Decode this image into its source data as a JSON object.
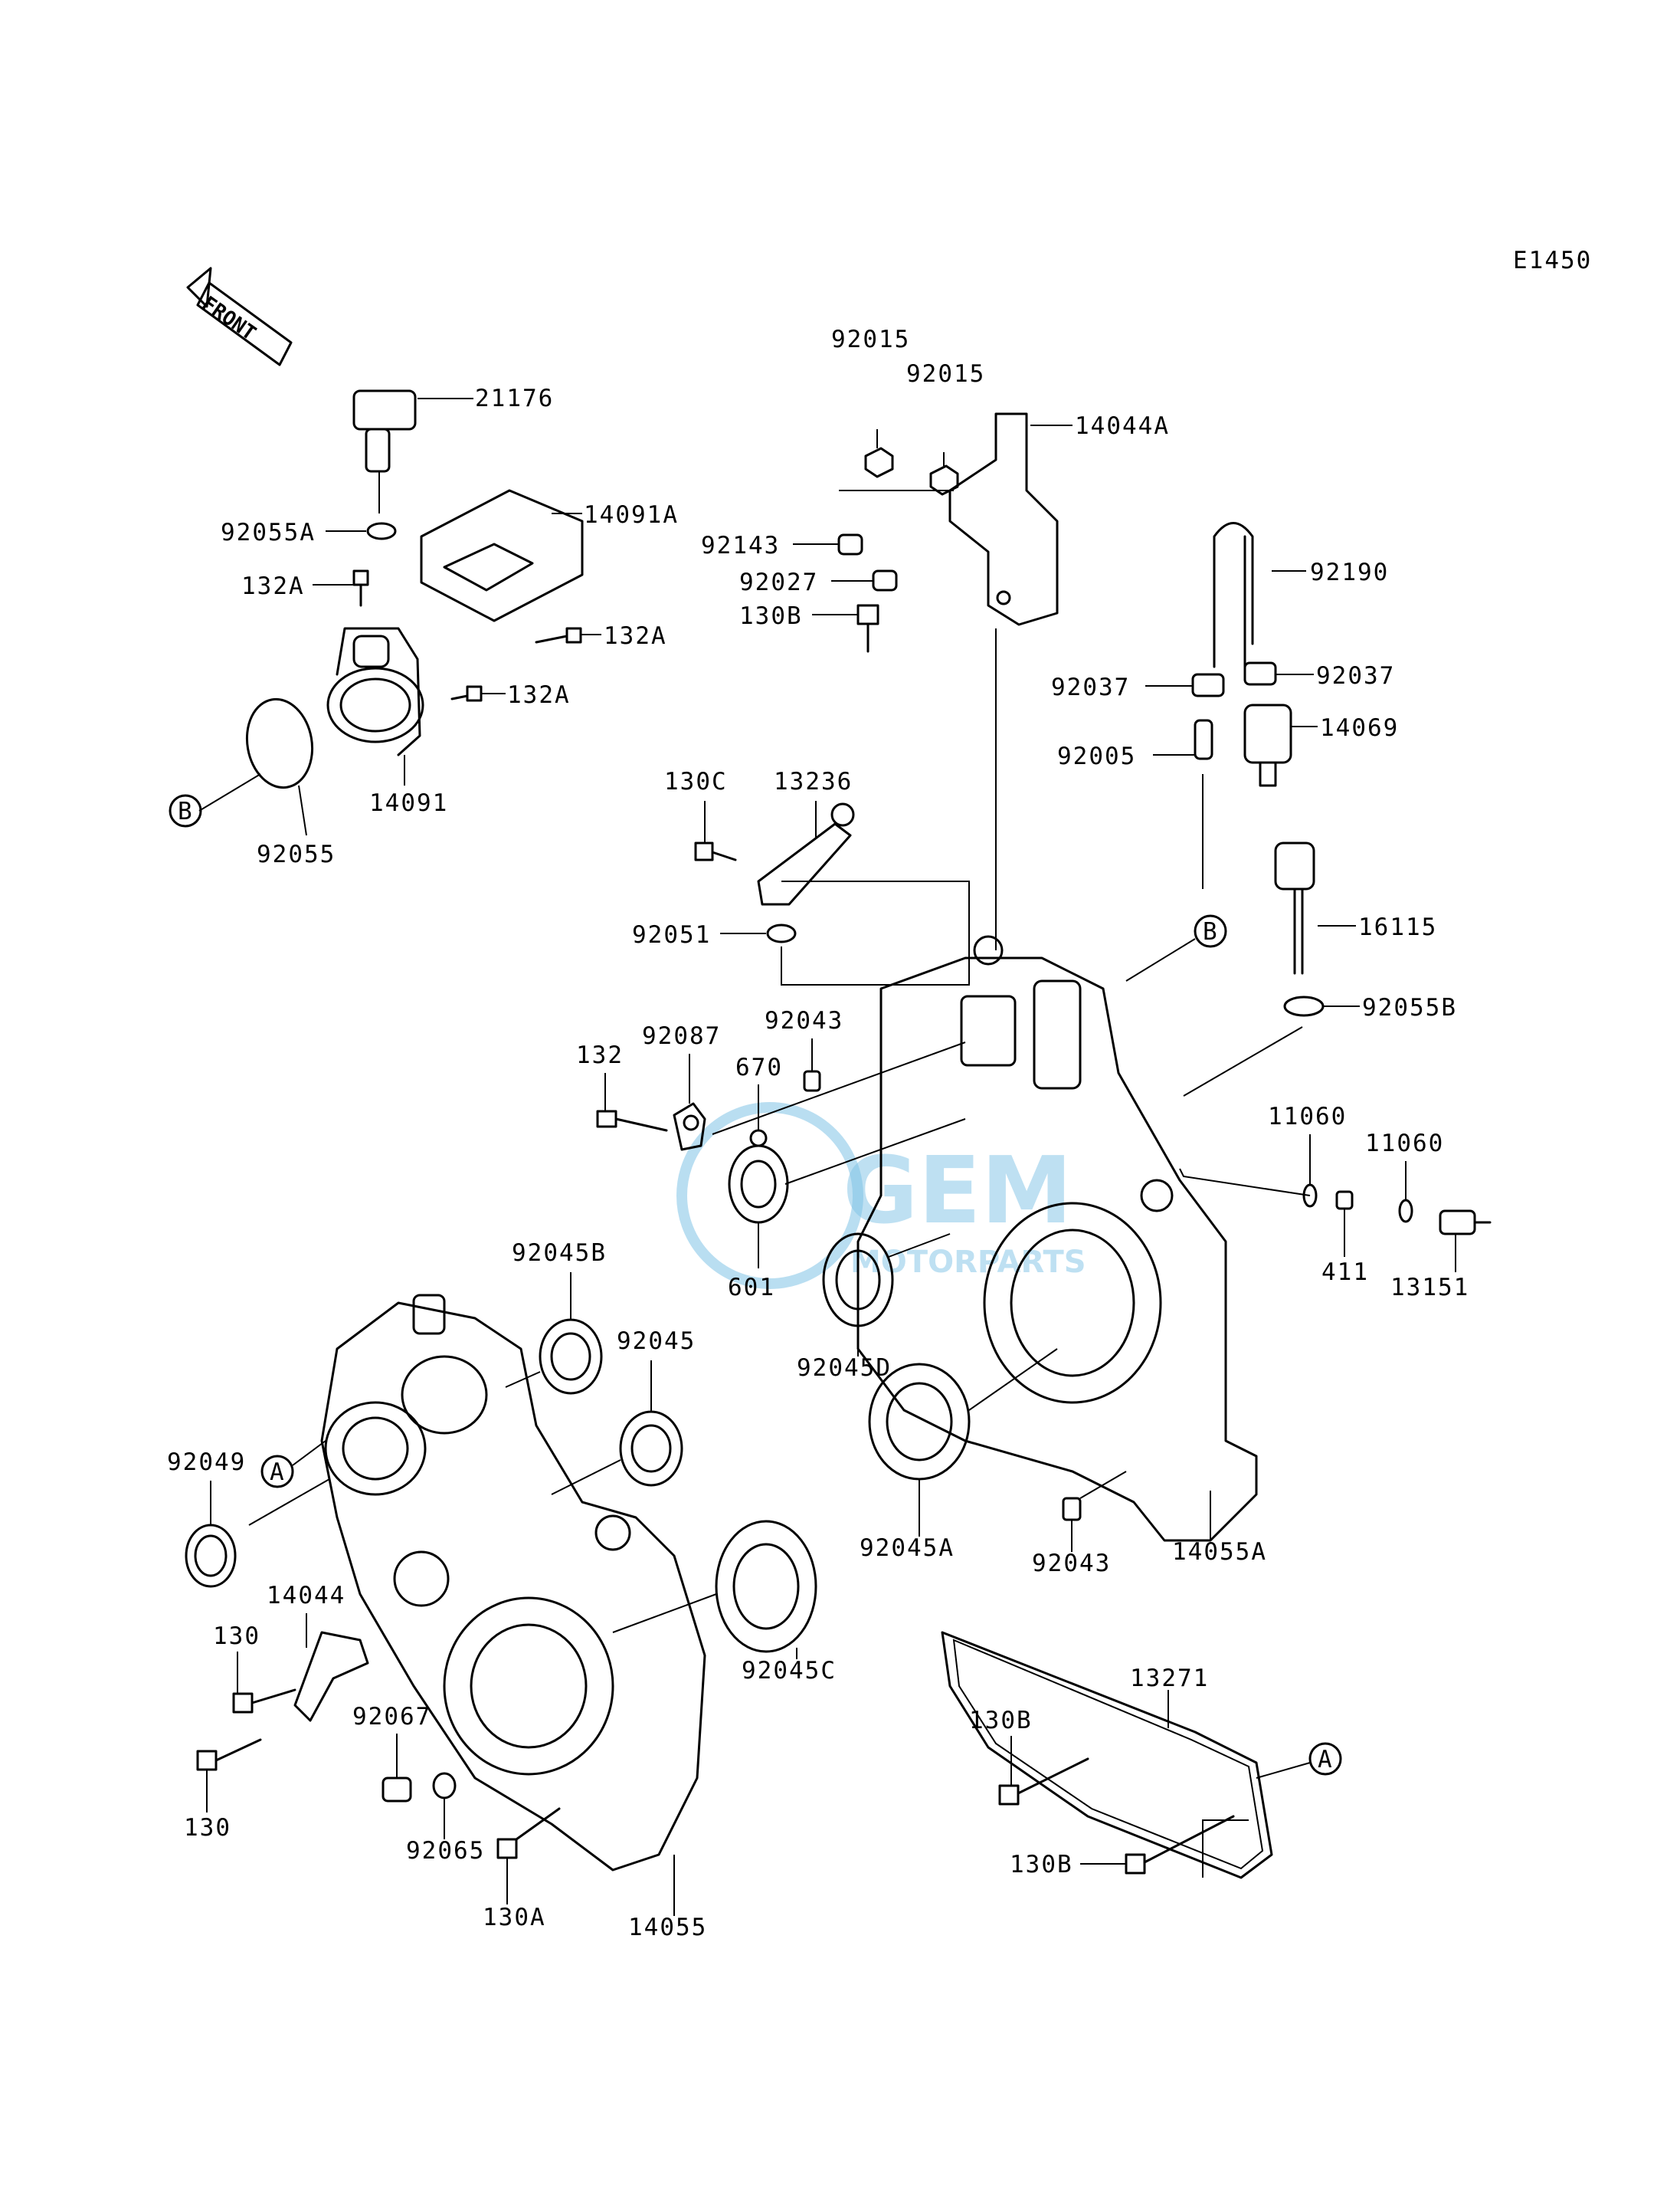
{
  "diagram_code": "E1450",
  "front_label": "FRONT",
  "watermark": {
    "brand": "GEM",
    "sub": "MOTORPARTS"
  },
  "parts": [
    "21176",
    "92055A",
    "14091A",
    "132A",
    "132A",
    "132A",
    "14091",
    "92055",
    "B",
    "92015",
    "92015",
    "14044A",
    "92143",
    "92027",
    "130B",
    "92190",
    "92037",
    "92037",
    "14069",
    "92005",
    "130C",
    "13236",
    "92051",
    "B",
    "16115",
    "92055B",
    "132",
    "92087",
    "670",
    "92043",
    "601",
    "11060",
    "11060",
    "411",
    "13151",
    "92045B",
    "92045",
    "92045D",
    "92045A",
    "92043",
    "14055A",
    "A",
    "92049",
    "14044",
    "130",
    "130",
    "92067",
    "92065",
    "130A",
    "14055",
    "92045C",
    "13271",
    "130B",
    "130B",
    "A"
  ]
}
